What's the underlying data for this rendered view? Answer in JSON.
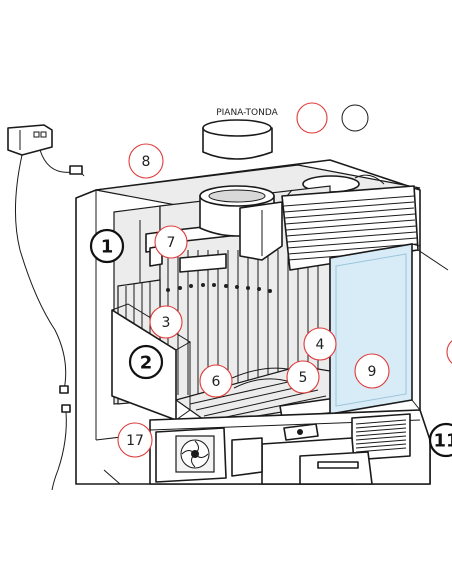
{
  "diagram": {
    "top_label": "PIANA-TONDA",
    "callouts_red": [
      {
        "id": "c8",
        "label": "8"
      },
      {
        "id": "c7",
        "label": "7"
      },
      {
        "id": "c3",
        "label": "3"
      },
      {
        "id": "c4",
        "label": "4"
      },
      {
        "id": "c5",
        "label": "5"
      },
      {
        "id": "c6",
        "label": "6"
      },
      {
        "id": "c9",
        "label": "9"
      },
      {
        "id": "c17",
        "label": "17"
      }
    ],
    "callouts_black": [
      {
        "id": "b1",
        "label": "1"
      },
      {
        "id": "b2",
        "label": "2"
      },
      {
        "id": "b11",
        "label": "11"
      }
    ],
    "colors": {
      "callout_stroke": "#e03a3a",
      "glass_fill": "#d8ecf7",
      "line": "#1a1a1a"
    }
  }
}
